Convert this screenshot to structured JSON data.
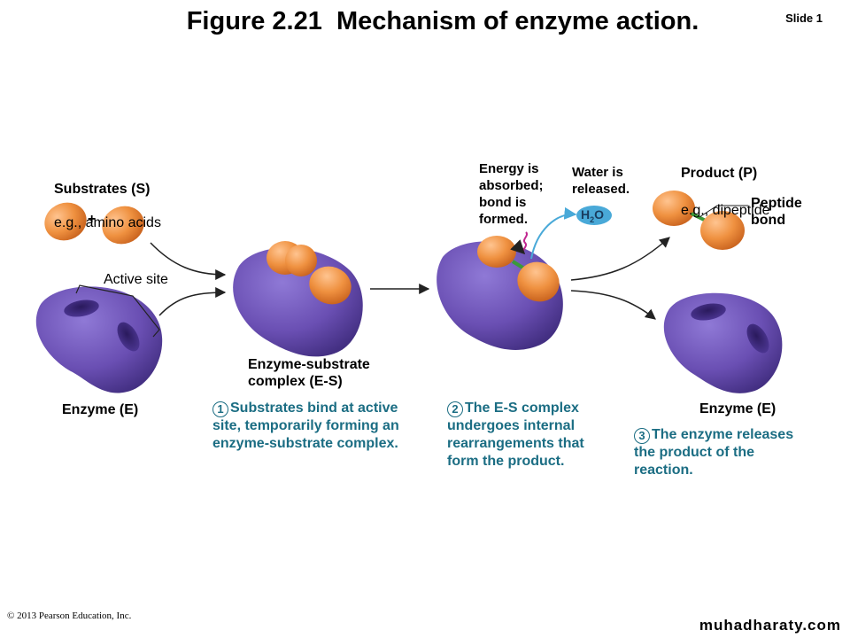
{
  "header": {
    "title": "Figure 2.21  Mechanism of enzyme action.",
    "slide": "Slide 1"
  },
  "labels": {
    "substrates": "Substrates (S)",
    "substrates_eg": "e.g., amino acids",
    "plus": "+",
    "active_site": "Active site",
    "enzyme_left": "Enzyme (E)",
    "es_complex": "Enzyme-substrate\ncomplex (E-S)",
    "energy": "Energy is\nabsorbed;\nbond is\nformed.",
    "water": "Water is\nreleased.",
    "h2o_h": "H",
    "h2o_2": "2",
    "h2o_o": "O",
    "product": "Product (P)",
    "product_eg": "e.g., dipeptide",
    "peptide_bond": "Peptide\nbond",
    "enzyme_right": "Enzyme (E)"
  },
  "steps": [
    {
      "num": "1",
      "text": "Substrates bind at active\nsite, temporarily forming an\nenzyme-substrate complex."
    },
    {
      "num": "2",
      "text": "The E-S complex\nundergoes internal\nrearrangements that\nform the product."
    },
    {
      "num": "3",
      "text": "The enzyme releases\nthe product of the\nreaction."
    }
  ],
  "footer": {
    "copyright": "© 2013 Pearson Education, Inc.",
    "watermark": "muhadharaty.com"
  },
  "colors": {
    "enzyme": "#6a4fb3",
    "substrate": "#e98a3f",
    "bond": "#3a9a3a",
    "step_text": "#1b6d83",
    "water": "#49a9d8",
    "energy": "#c0268f"
  }
}
